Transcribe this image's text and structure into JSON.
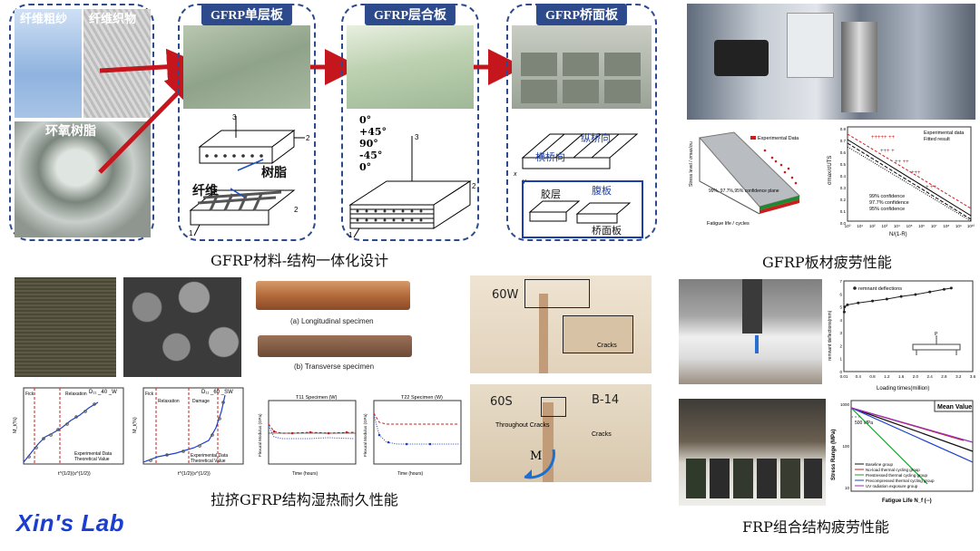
{
  "top": {
    "panel1": {
      "fiber_roving": "纤维粗纱",
      "fiber_fabric": "纤维织物",
      "epoxy_resin": "环氧树脂"
    },
    "panel2": {
      "title": "GFRP单层板",
      "resin": "树脂",
      "fiber": "纤维"
    },
    "panel3": {
      "title": "GFRP层合板",
      "layup": [
        "0°",
        "+45°",
        "90°",
        "-45°",
        "0°"
      ]
    },
    "panel4": {
      "title": "GFRP桥面板",
      "transverse": "横桥向",
      "longitudinal": "纵桥向",
      "adhesive": "胶层",
      "web": "腹板",
      "deck": "桥面板"
    },
    "axes": {
      "a1": "1",
      "a2": "2",
      "a3": "3"
    },
    "caption": "GFRP材料-结构一体化设计"
  },
  "fatigue_plates": {
    "caption": "GFRP板材疲劳性能",
    "chart3d": {
      "legend": "Experimental Data",
      "plane_label": "99%, 97.7%,95% confidence plane",
      "xlabel": "Fatigue life / cycles",
      "ylabel": "Stress level / σmax/σu"
    },
    "chart2d": {
      "legend": [
        "Experimental data",
        "Fitted result"
      ],
      "conf": [
        "99% confidence",
        "97.7% confidence",
        "95% confidence"
      ],
      "xlabel": "N/(1-R)",
      "ylabel": "σmax/σUTS",
      "yticks": [
        "0.8",
        "0.7",
        "0.6",
        "0.5",
        "0.4",
        "0.3",
        "0.2",
        "0.1",
        "0.0"
      ],
      "xticks": [
        "10⁰",
        "10¹",
        "10²",
        "10³",
        "10⁴",
        "10⁵",
        "10⁶",
        "10⁷",
        "10⁸",
        "10⁹",
        "10¹⁰"
      ]
    }
  },
  "durability": {
    "caption": "拉挤GFRP结构湿热耐久性能",
    "long_specimen": "(a) Longitudinal specimen",
    "trans_specimen": "(b) Transverse specimen",
    "chartA": {
      "tag": "D₁₁ _40 _W",
      "zones": [
        "Fick",
        "Relaxation"
      ],
      "legend": [
        "Experimental Data",
        "Theoretical Value"
      ],
      "xlabel": "t^{1/2}(s^{1/2})",
      "ylabel": "M_t(%)"
    },
    "chartB": {
      "tag": "D₁₁ _60 _SW",
      "zones": [
        "Fick",
        "Relaxation",
        "Damage"
      ],
      "legend": [
        "Experimental Data",
        "Theoretical Value"
      ],
      "xlabel": "t^{1/2}(s^{1/2})",
      "ylabel": "M_t(%)"
    },
    "chartC": {
      "title": "T11 Specimen (W)",
      "xlabel": "Time (hours)",
      "ylabel": "Flexural Modulus (GPa)"
    },
    "chartD": {
      "title": "T22 Specimen (W)",
      "xlabel": "Time (hours)",
      "ylabel": "Flexural Modulus (GPa)"
    },
    "cracks_label": "Cracks",
    "throughout_cracks": "Throughout Cracks",
    "moment": "M",
    "tag_top": "60W",
    "tag_bottom": "60S",
    "tag_bottom2": "B-14"
  },
  "fatigue_combo": {
    "caption": "FRP组合结构疲劳性能",
    "defl_chart": {
      "legend": "remnant deflections",
      "xlabel": "Loading times(million)",
      "ylabel": "remnant deflections(mm)",
      "xticks": [
        "0.01",
        "0.4",
        "0.8",
        "1.2",
        "1.6",
        "2.0",
        "2.4",
        "2.8",
        "3.2",
        "3.6"
      ],
      "yticks": [
        "0",
        "1",
        "2",
        "3",
        "4",
        "5",
        "6",
        "7"
      ]
    },
    "sn_chart": {
      "title": "Mean Value",
      "annot": "500 MPa",
      "legend": [
        "Baseline group",
        "No-load thermal cycling group",
        "Prestressed thermal cycling group",
        "Precompressed thermal cycling group",
        "UV radiation exposure group"
      ],
      "xlabel": "Fatigue Life N_f (--)",
      "ylabel": "Stress Range (MPa)",
      "yticks": [
        "1000",
        "100",
        "10"
      ]
    }
  },
  "logo": "Xin's Lab"
}
